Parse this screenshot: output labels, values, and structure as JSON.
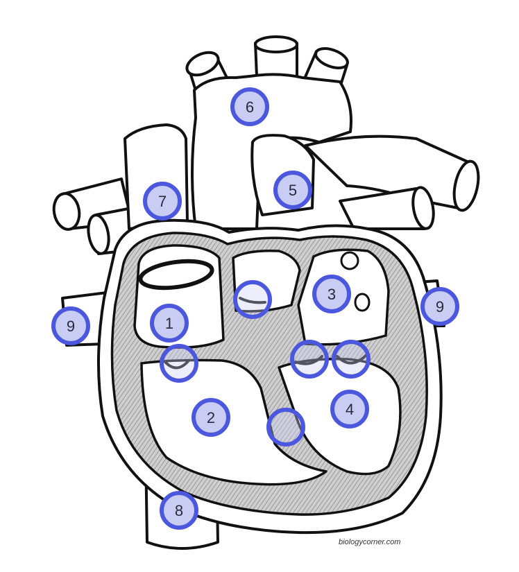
{
  "diagram": {
    "watermark": "biologycorner.com",
    "colors": {
      "outline": "#111111",
      "wall_fill": "#bdbdbd",
      "marker_ring": "#4b57dd",
      "marker_fill": "#c9cdf4",
      "marker_text": "#2a2a3a"
    },
    "markers": [
      {
        "id": "m1",
        "label": "1"
      },
      {
        "id": "m2",
        "label": "2"
      },
      {
        "id": "m3",
        "label": "3"
      },
      {
        "id": "m4",
        "label": "4"
      },
      {
        "id": "m5",
        "label": "5"
      },
      {
        "id": "m6",
        "label": "6"
      },
      {
        "id": "m7",
        "label": "7"
      },
      {
        "id": "m8",
        "label": "8"
      },
      {
        "id": "m9a",
        "label": "9"
      },
      {
        "id": "m9b",
        "label": "9"
      },
      {
        "id": "v-tricuspid",
        "label": ""
      },
      {
        "id": "v-pulmonary",
        "label": ""
      },
      {
        "id": "v-mitral-a",
        "label": ""
      },
      {
        "id": "v-mitral-b",
        "label": ""
      },
      {
        "id": "septum",
        "label": ""
      }
    ]
  }
}
